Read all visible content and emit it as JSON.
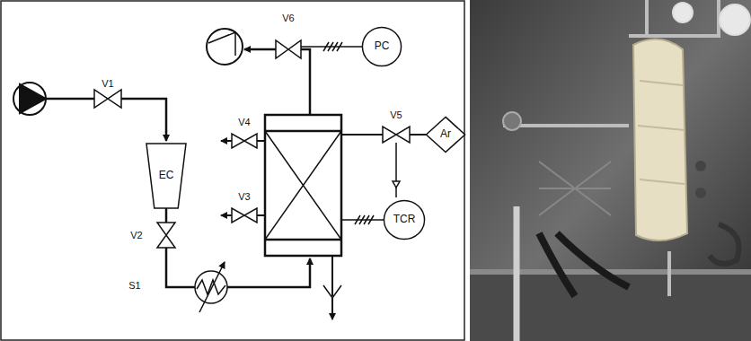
{
  "diagram": {
    "nodes": [
      {
        "text": [
          "PC"
        ]
      },
      {
        "text": [
          "Ar"
        ]
      },
      {
        "text": [
          "EC"
        ]
      },
      {
        "text": [
          "TCR"
        ]
      }
    ],
    "labels": [
      "V6",
      "V1",
      "V4",
      "V5",
      "V3",
      "V2",
      "S1"
    ]
  }
}
